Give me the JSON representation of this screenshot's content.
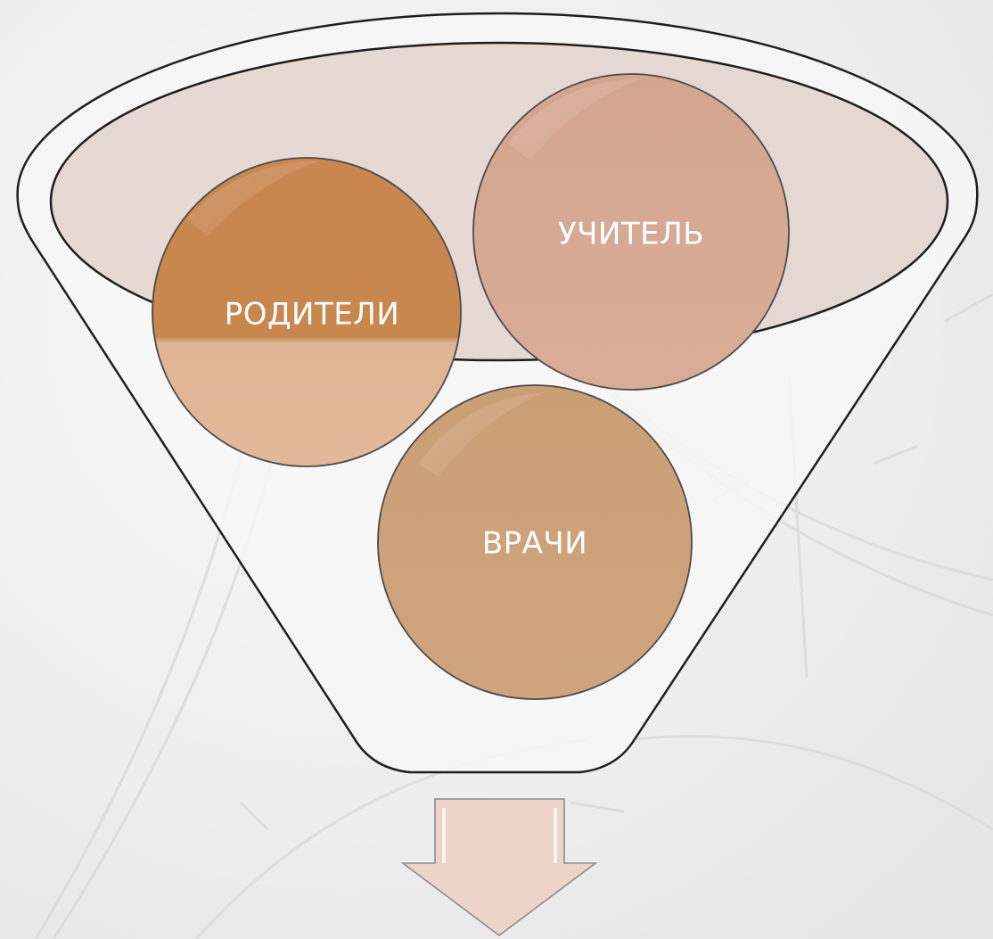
{
  "diagram": {
    "circles": [
      {
        "id": "parents",
        "label": "РОДИТЕЛИ",
        "color": "#cf8a55"
      },
      {
        "id": "teacher",
        "label": "УЧИТЕЛЬ",
        "color": "#d5a58e"
      },
      {
        "id": "doctors",
        "label": "ВРАЧИ",
        "color": "#cea079"
      }
    ],
    "colors": {
      "background": "#eeeeee",
      "funnel_fill": "#f6f6f6",
      "funnel_rim_fill": "#dcc7bd",
      "outline": "#222222",
      "arrow_fill": "#ecd4c9",
      "road_lines": "#e2e2e2"
    }
  }
}
